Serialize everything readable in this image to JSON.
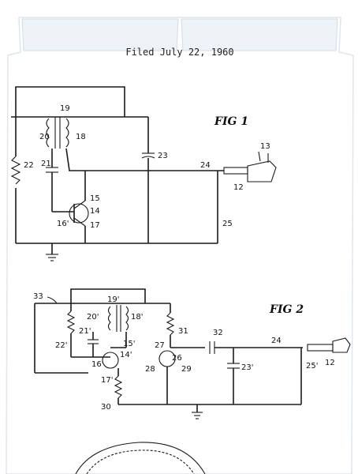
{
  "header": {
    "text": "Filed July 22, 1960"
  },
  "figures": [
    {
      "caption": "FIG 1"
    },
    {
      "caption": "FIG 2"
    }
  ],
  "fig1_labels": {
    "l19": "19",
    "l20": "20",
    "l18": "18",
    "l22": "22",
    "l21": "21",
    "l23": "23",
    "l24": "24",
    "l13": "13",
    "l12": "12",
    "l15": "15",
    "l14": "14",
    "l16": "16'",
    "l17": "17",
    "l25": "25"
  },
  "fig2_labels": {
    "l33": "33",
    "l19": "19'",
    "l20": "20'",
    "l18": "18'",
    "l22": "22'",
    "l21": "21'",
    "l15": "15'",
    "l14": "14'",
    "l16": "16'",
    "l17": "17'",
    "l30": "30",
    "l31": "31",
    "l32": "32",
    "l27": "27",
    "l26": "26",
    "l28": "28",
    "l29": "29",
    "l23": "23'",
    "l24": "24",
    "l25": "25'",
    "l12": "12"
  },
  "colors": {
    "line": "#1a1a1a",
    "paper": "#ffffff",
    "frame": "#dfe6ee"
  }
}
